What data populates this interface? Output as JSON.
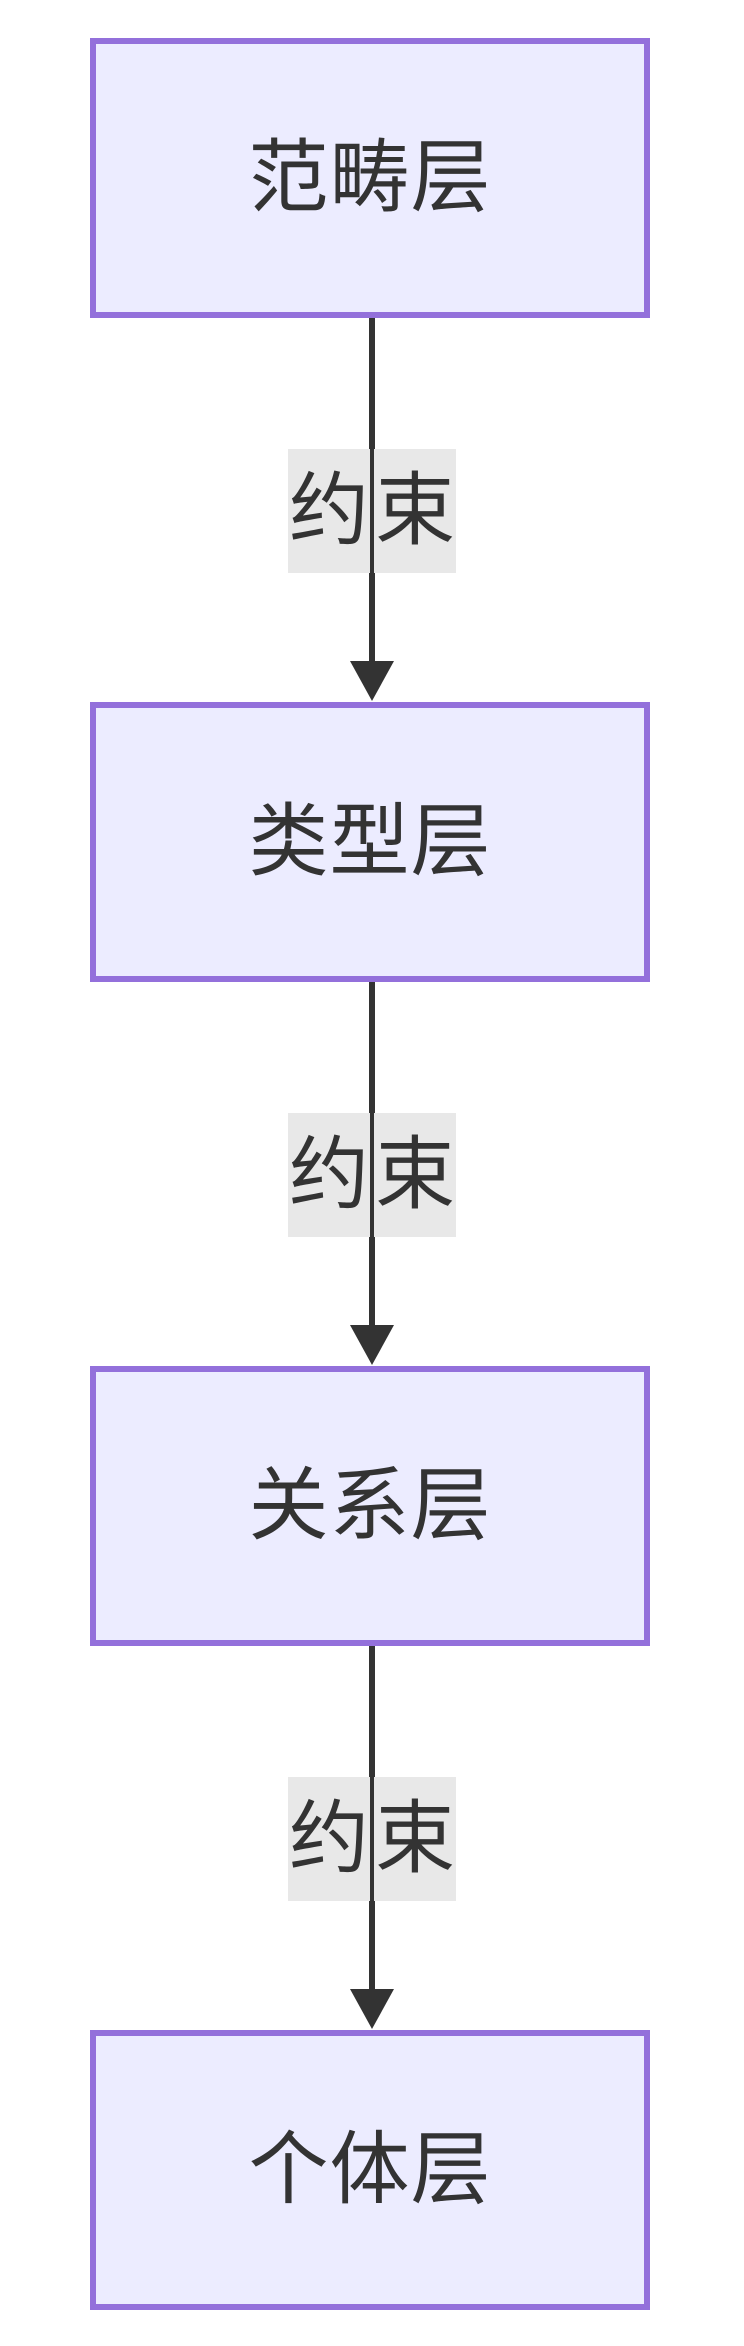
{
  "diagram": {
    "type": "flowchart",
    "direction": "top-down",
    "nodes": [
      {
        "id": "level-1",
        "label": "范畴层"
      },
      {
        "id": "level-2",
        "label": "类型层"
      },
      {
        "id": "level-3",
        "label": "关系层"
      },
      {
        "id": "level-4",
        "label": "个体层"
      }
    ],
    "edges": [
      {
        "from": "范畴层",
        "to": "类型层",
        "label": "约束"
      },
      {
        "from": "类型层",
        "to": "关系层",
        "label": "约束"
      },
      {
        "from": "关系层",
        "to": "个体层",
        "label": "约束"
      }
    ],
    "colors": {
      "node_fill": "#ECECFF",
      "node_border": "#9370DB",
      "node_text": "#333333",
      "edge_line": "#333333",
      "edge_label_bg": "#E8E8E8",
      "edge_label_text": "#333333",
      "background": "#FFFFFF"
    }
  }
}
